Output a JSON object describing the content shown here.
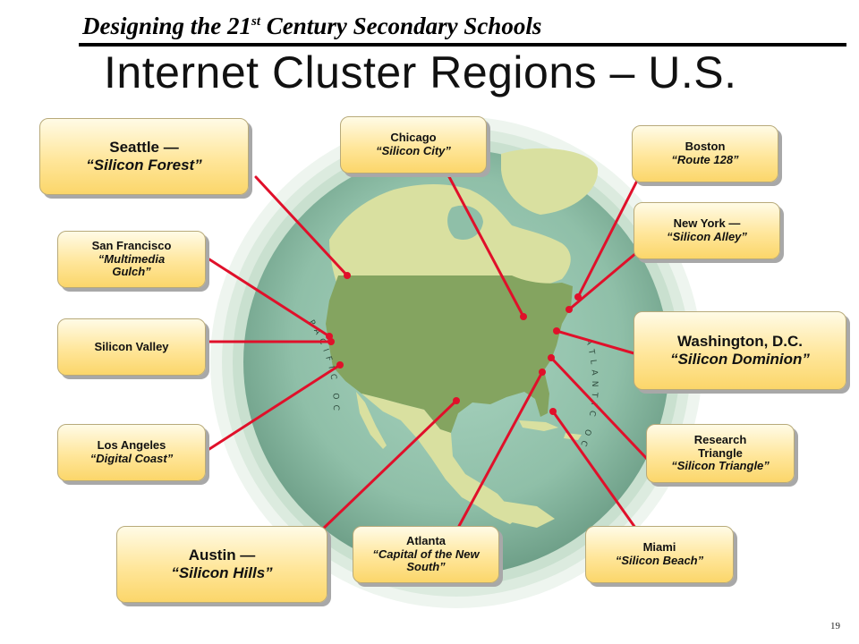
{
  "header": {
    "title_pre": "Designing the 21",
    "title_sup": "st",
    "title_post": " Century Secondary Schools"
  },
  "title": "Internet Cluster Regions – U.S.",
  "ocean_labels": {
    "pacific": "PACIFIC OCEAN",
    "atlantic": "ATLANTIC OCEAN"
  },
  "regions": [
    {
      "id": "seattle",
      "city": "Seattle —",
      "nickname": "“Silicon Forest”"
    },
    {
      "id": "chicago",
      "city": "Chicago",
      "nickname": "“Silicon City”"
    },
    {
      "id": "boston",
      "city": "Boston",
      "nickname": "“Route 128”"
    },
    {
      "id": "san-francisco",
      "city": "San Francisco",
      "nickname": "“Multimedia Gulch”"
    },
    {
      "id": "new-york",
      "city": "New York —",
      "nickname": "“Silicon Alley”"
    },
    {
      "id": "silicon-valley",
      "city": "Silicon Valley",
      "nickname": ""
    },
    {
      "id": "washington",
      "city": "Washington, D.C.",
      "nickname": "“Silicon Dominion”"
    },
    {
      "id": "los-angeles",
      "city": "Los Angeles",
      "nickname": "“Digital Coast”"
    },
    {
      "id": "research-triangle",
      "city": "Research Triangle",
      "nickname": "“Silicon Triangle”"
    },
    {
      "id": "austin",
      "city": "Austin —",
      "nickname": "“Silicon Hills”"
    },
    {
      "id": "atlanta",
      "city": "Atlanta",
      "nickname": "“Capital of the New South”"
    },
    {
      "id": "miami",
      "city": "Miami",
      "nickname": "“Silicon Beach”"
    }
  ],
  "colors": {
    "leader_line": "#e0102a",
    "globe_ocean": "#8fbfa8",
    "land": "#d9e0a0",
    "usa": "#84a460"
  },
  "page_number": "19"
}
